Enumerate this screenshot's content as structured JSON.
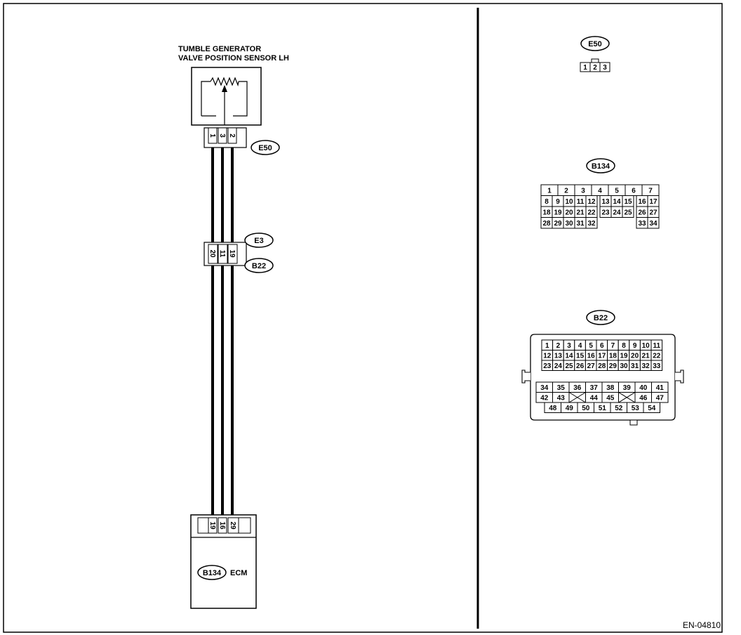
{
  "sensor": {
    "title_line1": "TUMBLE GENERATOR",
    "title_line2": "VALVE POSITION SENSOR LH",
    "pins": [
      "1",
      "3",
      "2"
    ],
    "connector": "E50"
  },
  "joint": {
    "pins": [
      "20",
      "11",
      "19"
    ],
    "connector_top": "E3",
    "connector_bottom": "B22"
  },
  "ecm": {
    "pins": [
      "19",
      "16",
      "29"
    ],
    "connector": "B134",
    "label": "ECM"
  },
  "views": {
    "e50": {
      "label": "E50",
      "pins": [
        "1",
        "2",
        "3"
      ]
    },
    "b134": {
      "label": "B134",
      "rows": [
        [
          "1",
          "2",
          "3",
          "4",
          "5",
          "6",
          "7"
        ],
        [
          "8",
          "9",
          "10",
          "11",
          "12",
          "13",
          "14",
          "15",
          "16",
          "17"
        ],
        [
          "18",
          "19",
          "20",
          "21",
          "22",
          "23",
          "24",
          "25",
          "26",
          "27"
        ],
        [
          "28",
          "29",
          "30",
          "31",
          "32",
          "33",
          "34"
        ]
      ]
    },
    "b22": {
      "label": "B22",
      "rows_top": [
        [
          "1",
          "2",
          "3",
          "4",
          "5",
          "6",
          "7",
          "8",
          "9",
          "10",
          "11"
        ],
        [
          "12",
          "13",
          "14",
          "15",
          "16",
          "17",
          "18",
          "19",
          "20",
          "21",
          "22"
        ],
        [
          "23",
          "24",
          "25",
          "26",
          "27",
          "28",
          "29",
          "30",
          "31",
          "32",
          "33"
        ]
      ],
      "rows_bottom": [
        [
          "34",
          "35",
          "36",
          "37",
          "38",
          "39",
          "40",
          "41"
        ],
        [
          "42",
          "43",
          "",
          "44",
          "45",
          "",
          "46",
          "47"
        ],
        [
          "48",
          "49",
          "50",
          "51",
          "52",
          "53",
          "54"
        ]
      ]
    }
  },
  "figure_code": "EN-04810"
}
